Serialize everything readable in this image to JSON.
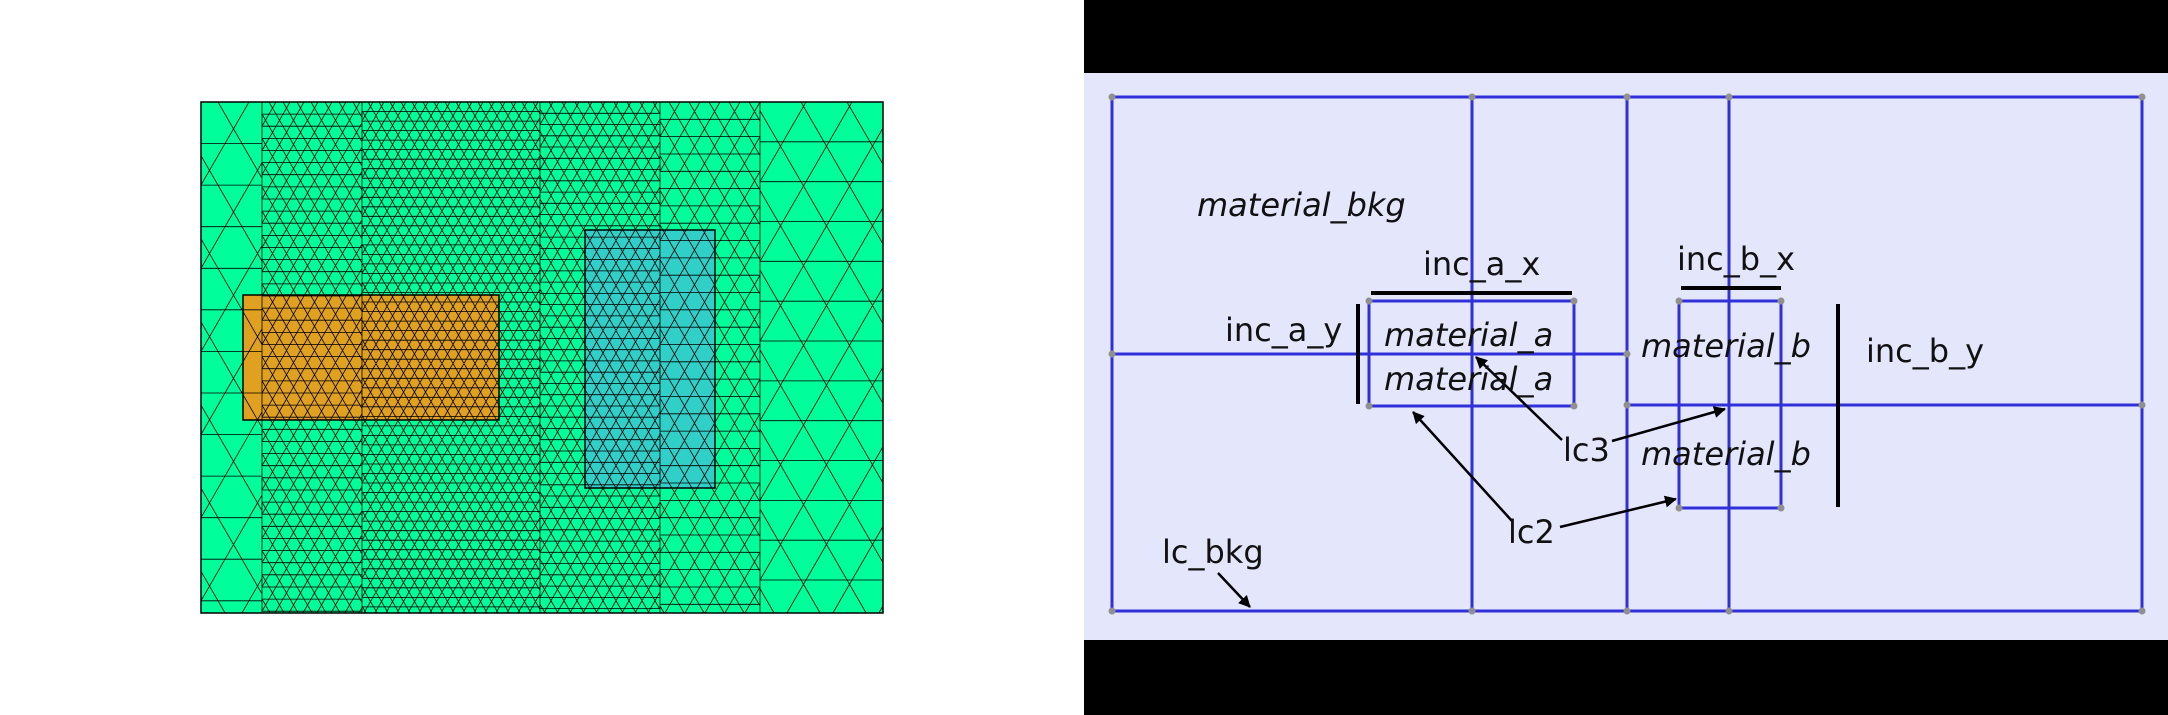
{
  "left_panel": {
    "colors": {
      "background_material": "#00ff9a",
      "inclusion_a": "#e0a020",
      "inclusion_b": "#30d0c8",
      "mesh_lines": "#000000"
    }
  },
  "right_panel": {
    "colors": {
      "letterbox": "#000000",
      "domain_fill": "#e4e6fb",
      "geometry_lines": "#3030d8",
      "points": "#909090",
      "annotation": "#000000"
    },
    "labels": {
      "material_bkg": "material_bkg",
      "inc_a_x": "inc_a_x",
      "inc_b_x": "inc_b_x",
      "inc_a_y": "inc_a_y",
      "inc_b_y": "inc_b_y",
      "material_a_top": "material_a",
      "material_a_bottom": "material_a",
      "material_b_top": "material_b",
      "material_b_bottom": "material_b",
      "lc3": "lc3",
      "lc2": "lc2",
      "lc_bkg": "lc_bkg"
    }
  }
}
